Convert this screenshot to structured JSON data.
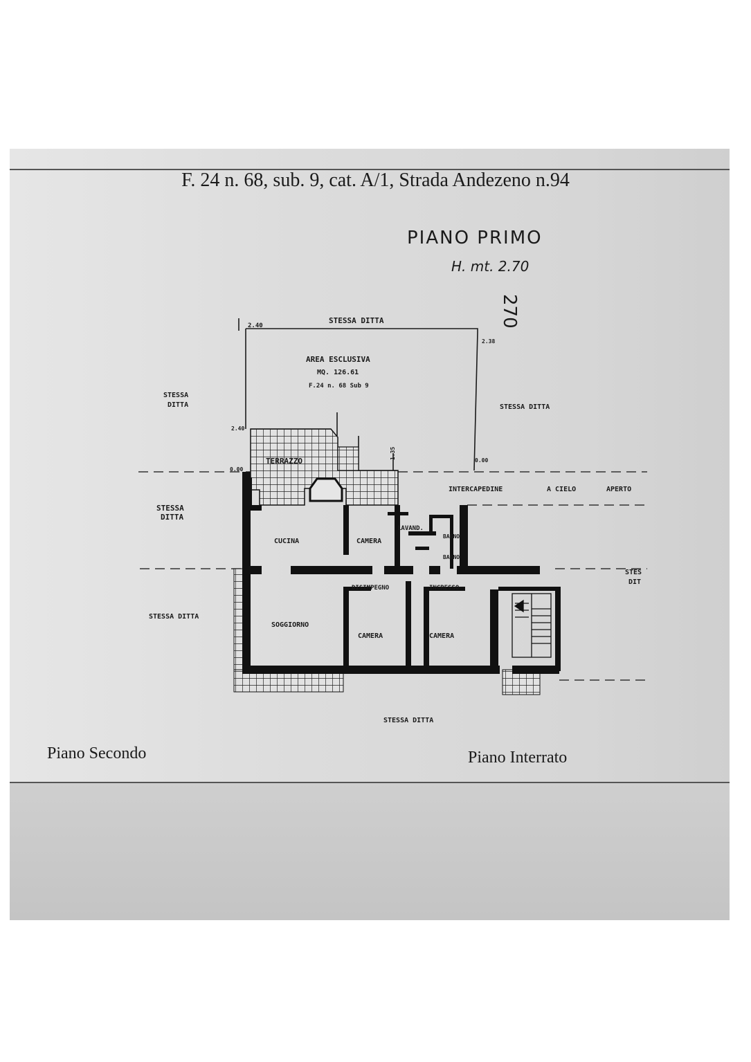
{
  "header": {
    "property_info": "F. 24 n. 68, sub. 9, cat. A/1, Strada Andezeno n.94"
  },
  "plan": {
    "floor_title": "PIANO PRIMO",
    "height_note": "H. mt. 2.70",
    "rotated_mark": "270",
    "exclusive_area": {
      "title": "AREA ESCLUSIVA",
      "area": "MQ. 126.61",
      "ref": "F.24   n. 68   Sub 9"
    },
    "neighbor_label": "STESSA DITTA",
    "neighbor_label_lines": [
      "STESSA",
      "DITTA"
    ],
    "neighbor_label_cut": [
      "STES",
      "DIT"
    ],
    "intercapedine": [
      "INTERCAPEDINE",
      "A CIELO",
      "APERTO"
    ],
    "rooms": {
      "terrazzo": "TERRAZZO",
      "cucina": "CUCINA",
      "camera": "CAMERA",
      "lavanderia": "LAVAND.",
      "bagno": "BAGNO",
      "disimpegno": "DISIMPEGNO",
      "ingresso": "INGRESSO",
      "soggiorno": "SOGGIORNO"
    },
    "elevations": {
      "top_left": "2.40",
      "top_right": "2.38",
      "terrace_top": "2.40",
      "ground_left": "0.00",
      "ground_right": "0.00",
      "mid": "1.35"
    }
  },
  "footer": {
    "left_label": "Piano Secondo",
    "right_label": "Piano Interrato"
  }
}
